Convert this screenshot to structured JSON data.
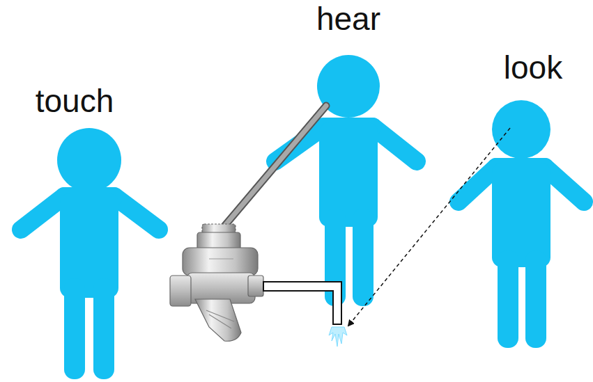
{
  "diagram": {
    "labels": [
      "touch",
      "hear",
      "look"
    ]
  }
}
